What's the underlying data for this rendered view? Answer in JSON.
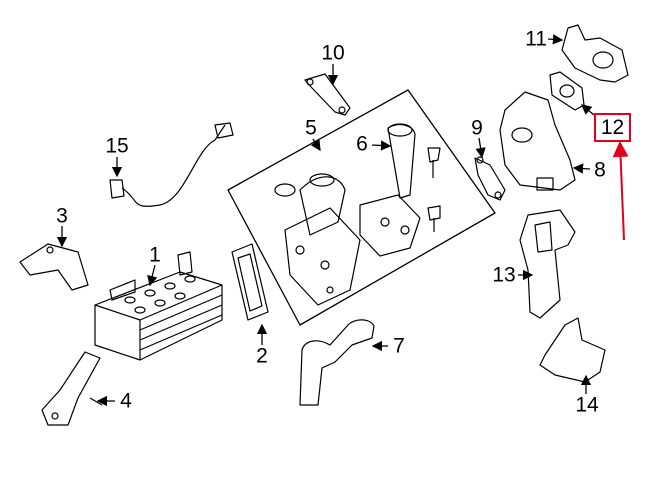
{
  "diagram": {
    "callouts": [
      {
        "id": "1",
        "label": "1"
      },
      {
        "id": "2",
        "label": "2"
      },
      {
        "id": "3",
        "label": "3"
      },
      {
        "id": "4",
        "label": "4"
      },
      {
        "id": "5",
        "label": "5"
      },
      {
        "id": "6",
        "label": "6"
      },
      {
        "id": "7",
        "label": "7"
      },
      {
        "id": "8",
        "label": "8"
      },
      {
        "id": "9",
        "label": "9"
      },
      {
        "id": "10",
        "label": "10"
      },
      {
        "id": "11",
        "label": "11"
      },
      {
        "id": "13",
        "label": "13"
      },
      {
        "id": "14",
        "label": "14"
      },
      {
        "id": "15",
        "label": "15"
      }
    ],
    "highlighted": {
      "label": "12",
      "color": "#e0001b"
    }
  }
}
